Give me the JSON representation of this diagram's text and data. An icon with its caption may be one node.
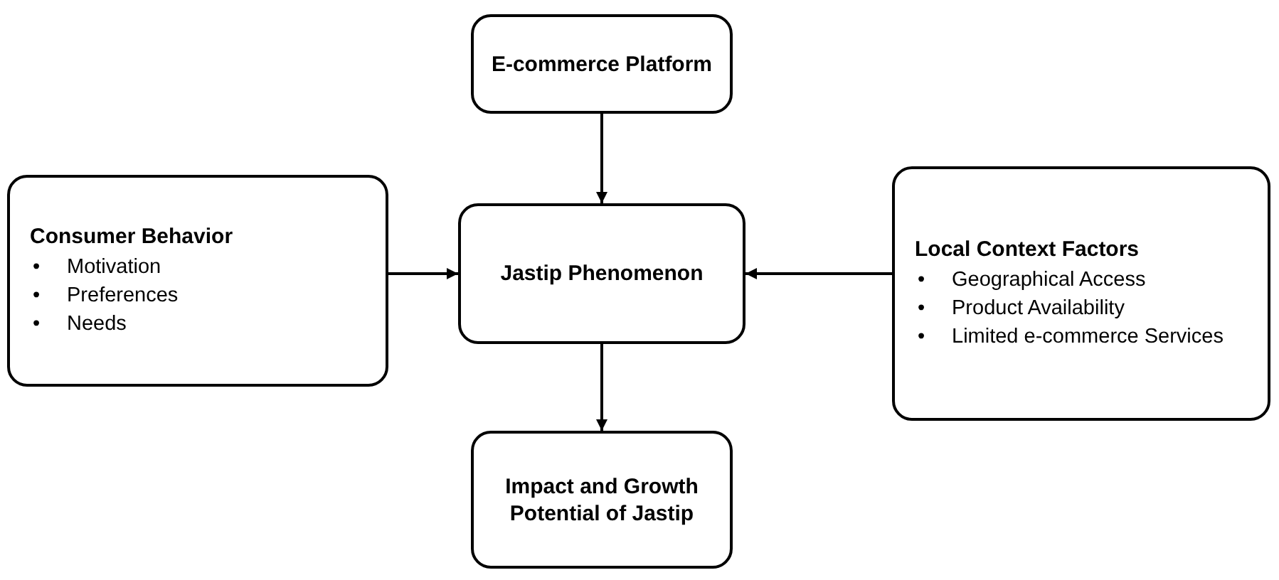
{
  "diagram": {
    "nodes": [
      {
        "text": [
          "E-commerce Platform"
        ]
      },
      {
        "text": [
          "Consumer Behavior",
          "•\tMotivation",
          "•\tPreferences",
          "•\tNeeds"
        ]
      },
      {
        "text": [
          "Jastip Phenomenon"
        ]
      },
      {
        "text": [
          "Local Context Factors",
          "•\tGeographical Access",
          "•\tProduct Availability",
          "•\tLimited e-commerce Services"
        ]
      },
      {
        "text": [
          "Impact and Growth Potential of Jastip"
        ]
      }
    ],
    "edges": [
      {
        "from": 0,
        "to": 2,
        "arrow": "to"
      },
      {
        "from": 1,
        "to": 2,
        "arrow": "to"
      },
      {
        "from": 3,
        "to": 2,
        "arrow": "to"
      },
      {
        "from": 2,
        "to": 4,
        "arrow": "to"
      }
    ]
  }
}
